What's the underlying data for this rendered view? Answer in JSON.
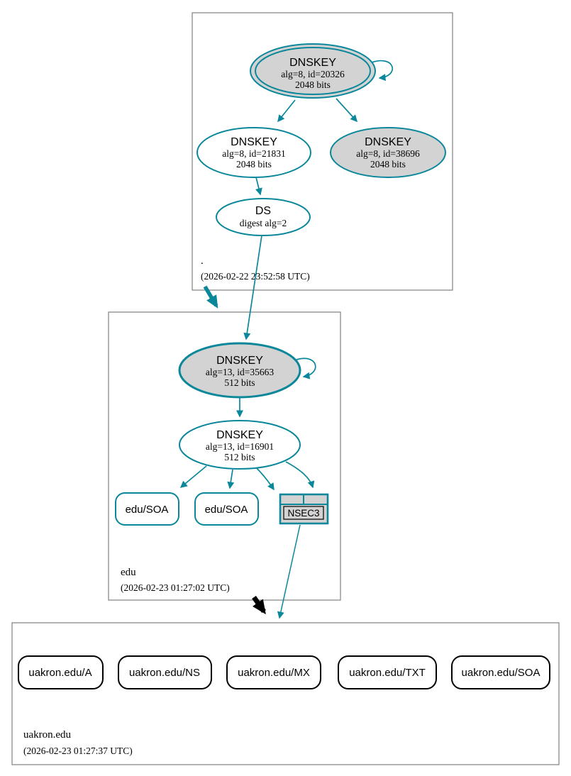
{
  "colors": {
    "secure": "#0a879a",
    "insecure": "#000000",
    "node_fill_gray": "#d3d3d3",
    "node_fill_white": "#ffffff",
    "zone_border": "#808080",
    "text": "#000000"
  },
  "zones": {
    "root": {
      "label": ".",
      "timestamp": "(2026-02-22 23:52:58 UTC)"
    },
    "edu": {
      "label": "edu",
      "timestamp": "(2026-02-23 01:27:02 UTC)"
    },
    "uakron": {
      "label": "uakron.edu",
      "timestamp": "(2026-02-23 01:27:37 UTC)"
    }
  },
  "nodes": {
    "root_dnskey_20326": {
      "title": "DNSKEY",
      "detail1": "alg=8, id=20326",
      "detail2": "2048 bits"
    },
    "root_dnskey_21831": {
      "title": "DNSKEY",
      "detail1": "alg=8, id=21831",
      "detail2": "2048 bits"
    },
    "root_dnskey_38696": {
      "title": "DNSKEY",
      "detail1": "alg=8, id=38696",
      "detail2": "2048 bits"
    },
    "root_ds": {
      "title": "DS",
      "detail1": "digest alg=2"
    },
    "edu_dnskey_35663": {
      "title": "DNSKEY",
      "detail1": "alg=13, id=35663",
      "detail2": "512 bits"
    },
    "edu_dnskey_16901": {
      "title": "DNSKEY",
      "detail1": "alg=13, id=16901",
      "detail2": "512 bits"
    },
    "edu_soa_1": {
      "label": "edu/SOA"
    },
    "edu_soa_2": {
      "label": "edu/SOA"
    },
    "edu_nsec3": {
      "label": "NSEC3"
    },
    "uakron_a": {
      "label": "uakron.edu/A"
    },
    "uakron_ns": {
      "label": "uakron.edu/NS"
    },
    "uakron_mx": {
      "label": "uakron.edu/MX"
    },
    "uakron_txt": {
      "label": "uakron.edu/TXT"
    },
    "uakron_soa": {
      "label": "uakron.edu/SOA"
    }
  }
}
